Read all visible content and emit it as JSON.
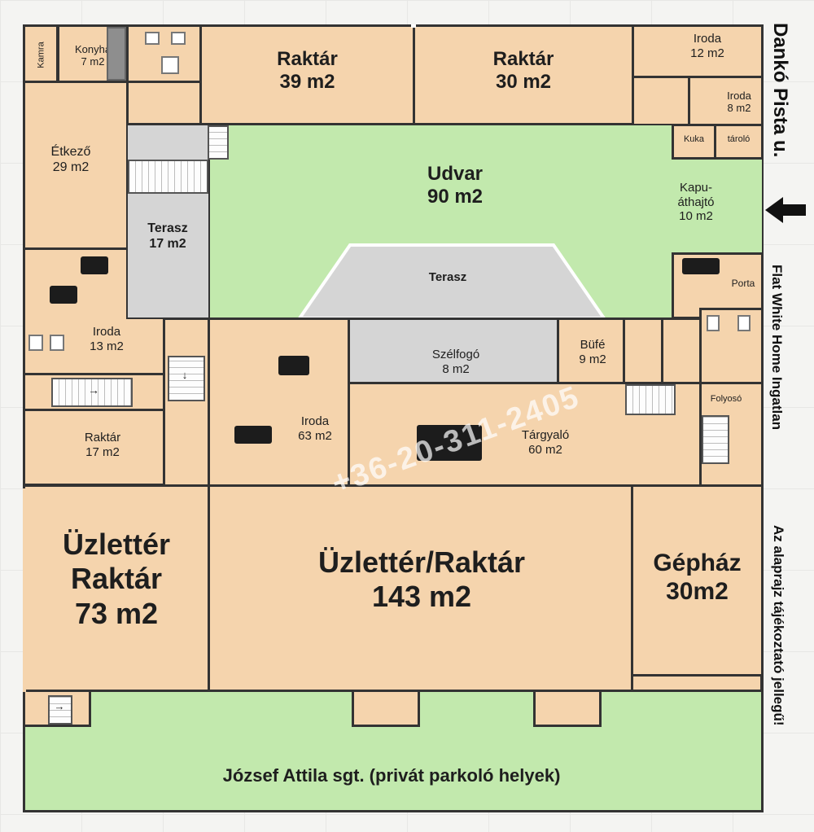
{
  "rooms": {
    "kamra": "Kamra",
    "konyha": "Konyha\n7 m2",
    "raktar39": "Raktár\n39 m2",
    "raktar30": "Raktár\n30 m2",
    "iroda12": "Iroda\n12 m2",
    "iroda8": "Iroda\n8 m2",
    "kuka": "Kuka",
    "tarolo": "tároló",
    "etkezo": "Étkező\n29 m2",
    "udvar": "Udvar\n90 m2",
    "kapu": "Kapu-\náthajtó\n10 m2",
    "terasz17": "Terasz\n17 m2",
    "terasz": "Terasz",
    "porta": "Porta",
    "iroda13": "Iroda\n13 m2",
    "szelfogo": "Szélfogó\n8 m2",
    "bufe": "Büfé\n9 m2",
    "iroda63": "Iroda\n63 m2",
    "targyalo": "Tárgyaló\n60 m2",
    "folyoso": "Folyosó",
    "raktar17": "Raktár\n17 m2",
    "uzlet73": "Üzlettér\nRaktár\n73 m2",
    "uzlet143": "Üzlettér/Raktár\n143 m2",
    "gephaz": "Gépház\n30m2",
    "parking": "József Attila sgt. (privát parkoló helyek)"
  },
  "side": {
    "street": "Dankó Pista u.",
    "agency": "Flat White Home Ingatlan",
    "note": "Az alaprajz  tájékoztató jellegű!"
  },
  "watermark": "+36-20-311-2405",
  "icons": {
    "entrance": "arrow-left-icon"
  }
}
